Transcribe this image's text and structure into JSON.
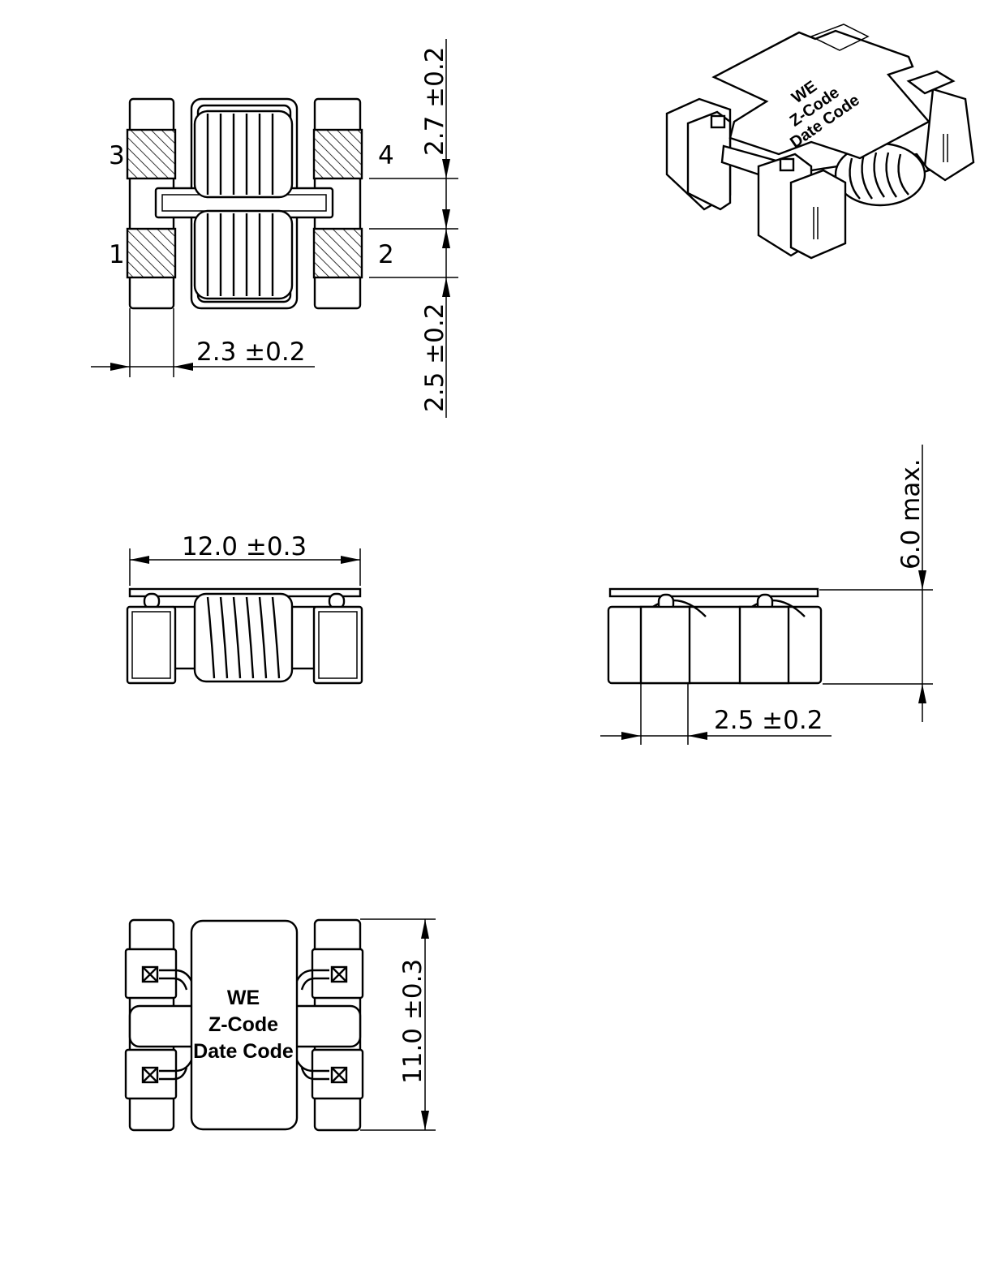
{
  "pins": {
    "p3": "3",
    "p4": "4",
    "p1": "1",
    "p2": "2"
  },
  "dimensions": {
    "top_upper_pitch": "2.7 ±0.2",
    "top_lower_pitch": "2.5 ±0.2",
    "pad_width": "2.3 ±0.2",
    "length": "12.0 ±0.3",
    "height": "6.0 max.",
    "side_pad_width": "2.5 ±0.2",
    "width": "11.0 ±0.3"
  },
  "marking": {
    "line1": "WE",
    "line2": "Z-Code",
    "line3": "Date Code"
  }
}
